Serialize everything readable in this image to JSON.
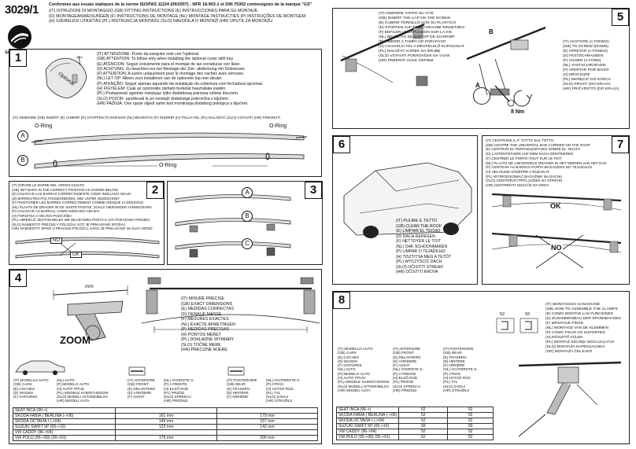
{
  "header": {
    "code": "3029/1",
    "conformity": "Conformes aux essais statiques de la norme ISO/PAS 11154 (09/2007) - NFR 18-903-1 et DIN 75302 contresignés de la marque \"GS\"",
    "lines": [
      "(IT) ISTRUZIONI DI MONTAGGIO (GB) FITTING INSTRUCTIONS (E) INSTRUCCIONES PARA SU MONTAJE",
      "(D) MONTAGEANWEISUNGEN (F) INSTRUCTIONS DE MONTAGE (NL) MONTAGE INSTRUCTIES (P) INSTRUÇÕES DE MONTGEM",
      "(H) SZERELÉSI UTASÍTÁS (PL) INSTRUKCJA MONTAŻU (SLO) NAVODILA O MONTAŽI (HR) UPUTE ZA MONTAŽU"
    ],
    "brand": "Saturno"
  },
  "panel1": {
    "number": "1",
    "optional_label": "Optional",
    "attention": [
      "(IT) ATTENZIONE: Punto da eseguire solo con l'optional.",
      "(GB) ATTENTION: To follow only when installing the optional cover with key.",
      "(E) ATENCION: Seguir únicamente para el montaje de las cerraduras con llave.",
      "(D) ACHTUNG: Zu beachten nur bei Montage der Zier- abdeckung mit Schloesser.",
      "(F) ATTENTION: A suivre uniquement pour le montage des caches avec serrures.",
      "(NL) LET OP: Alleen voor installeren van de optionele top met sleutel.",
      "(P) ATENÇÃO: Seguir apenas aquando da instalação da cobertura com fechadura opcional.",
      "(H) FIGYELEM: Csak az opcionális zárható burkolat használata esetén.",
      "(PL) Postępować zgodnie instalując tylko dodatkową pokrywę ośłonę kluczem.",
      "(SLO) POZOR: upoštevati le pri montaži dodatnega pokrovčka s ključem.",
      "(HR) PAŽNJA: Ove upute slijedi samo kod montiranja dodatnog poklopca s ključem."
    ],
    "insert_line": "(IT) INSERIRE (GB) INSERT (E) CUBRIR (D) STOPFEN (F) ENFILER (NL) BEVESTIG (P) INSERIR (H) TOLJA FEL (PL) NALOŻYĆ (SLO) VSTAVITI (HR) PRIKREITI",
    "label_a": "A",
    "label_b": "B",
    "oring": "O-Ring"
  },
  "panel2": {
    "number": "2",
    "lines": [
      "(IT) GIRARE LE BARRE NEL VERSO GIUSTO",
      "(GB) SET BARS IN THE CORRECT POSITION AS SHOWN BELOW",
      "(E) COLOCAR LAS BARRAS CORRECTAMENTE COMO INDICADO ABAJO",
      "(D) BARREN RICHTIG POSIZIONIEREN, WIE UNTER GEZEICHNET",
      "(F) POSITIONER LES BARRES CORRECTEMENT COMME INDIQUÉ CI-DESSOUS",
      "(NL) PLAATS DE DRAGER IN DE JUISTE POSITIE, ZOALS HIERONDER AANGEGEVEN",
      "(P) COLOCAR AS BARRAS, COMO INDICADO ABAIXO",
      "(H) FORDITSA A HELYES POZÍCIÓBA",
      "(PL) UMIEŚCIĆ ZESTAW BELEK WE WŁAŚCIWEJ POZYCJI JAK POKAZANO PONIŻEJ",
      "(SLO) NAMESTITI PREČKE V POLOŽAJ, KOT JE PRIKAZANO SPODAJ",
      "(HR) NAMJESTITI ŠIPKE U PRAVILNI POLOŽAJ, KAKO JE PRIKAZANO NA SLICI ISPOD"
    ],
    "no_label": "NO",
    "ok_label": "OK"
  },
  "panel3": {
    "number": "3",
    "labels": [
      "A",
      "B",
      "C"
    ]
  },
  "panel4": {
    "number": "4",
    "mm": "mm",
    "zoom": "ZOOM",
    "measure": [
      "(IT) MISURE PRECISE",
      "(GB) EXACT DIMENSIONS",
      "(E) MEDIDAS CORRECTAS",
      "(D) GENAUE MASSE",
      "(F) MESURES EXACTES",
      "(NL) EXACTE AFMETINGEN",
      "(P) MEDIDAS PRECISAS",
      "(H) PONTOS MÉRET",
      "(PL) DOKŁADNE WYMIARY",
      "(SLO) TOČNE MERE",
      "(HR) PRECIZNE MJERE"
    ],
    "legend_model": [
      "(IT) MODELLO AUTO",
      "(GB) CARS",
      "(E) COCHES",
      "(D) WAGEN",
      "(F) VOITURES",
      "(NL) AUTO",
      "(P) MODELO AUTO",
      "(H) AUTÓ TÍPUS",
      "(PL) MODELE SAMOCHODOW",
      "(SLO) MODELI AVTOMOBILOV",
      "(HR) MODELI AUTA"
    ],
    "legend_front": [
      "(IT) ANTERIORE",
      "(GB) FRONT",
      "(E) DELANTERO",
      "(D) VORDERE",
      "(F) AVANT",
      "(NL) VOORSTE G.",
      "(P) A FRENTE",
      "(H) ELSŐ RÚD",
      "(PL) PRZÓD",
      "(SLO) SPREDAJ",
      "(HR) PREDNJI"
    ],
    "legend_rear": [
      "(IT) POSTERIORE",
      "(GB) REAR",
      "(E) TRASERO",
      "(D) HINTERE",
      "(F) ARRIÈRE",
      "(NL) ACHTERSTE G.",
      "(P) ATRÁS",
      "(H) HÁTSÓ RÚD",
      "(PL) TYŁ",
      "(SLO) ZADAJ",
      "(HR) STRAŽNJI"
    ],
    "rows": [
      {
        "model": "SEAT INCA (96->)",
        "front": "",
        "rear": ""
      },
      {
        "model": "SKODA FABIA ( BERLINA (->06)",
        "front": "161 mm",
        "rear": "179 mm"
      },
      {
        "model": "SKODA OCTAVIA I (->04)",
        "front": "149 mm",
        "rear": "157 mm"
      },
      {
        "model": "SUZUKI SWIFT 5P (05->10)",
        "front": "123 mm",
        "rear": "142 mm"
      },
      {
        "model": "VW CADDY (96->04)",
        "front": "",
        "rear": ""
      },
      {
        "model": "VW POLO (95->99) (00->01)",
        "front": "179 mm",
        "rear": "200 mm"
      }
    ]
  },
  "panel5": {
    "number": "5",
    "insert": [
      "(IT) INSERIRE TAPPO SU VITE",
      "(GB) INSERT THE CAP ON THE SCREW",
      "(E) CUBRIR TORNILLO CON SU PLASTICO",
      "(D) STOPFEN AUF DIE SCHRAUBE EINSETZEN",
      "(F) ENFILER LE CAPUCHON SUR LA VIS",
      "(NL) BEVESTIG DE DOP OP DE SCHROEF",
      "(P) INSERIR  A TAMPA NO PARAFUSO",
      "(H) CSAVARJA FEL A MÉGFELELŐ KUPAKOKAT",
      "(PL) NAŁOŻYĆ KOREK NA ŚRUBĘ",
      "(SLO) VSTAVITI POKROVČEK NA VIJAK",
      "(HR) PREKRITI VIJAK ČEPNIM"
    ],
    "tighten": [
      "(IT) AVVITARE (A FONDO)",
      "(GB) TO SCREW (DOWN)",
      "(E) APRETAR (A FONDO)",
      "(D) FESTSCHRAUBEN",
      "(F) VISSER (A FOND)",
      "(NL) VASTSCHROEVEN",
      "(P) APERTAR POR BAIXO",
      "(H) MEGHÚZNI",
      "(PL) WKRĘCIĆ DO KOŃCA",
      "(SLO) PRIVITI (DO KRAJA)",
      "(HR) PRIČVRSTITI (DO KRAJA)"
    ],
    "label_a": "A",
    "label_b": "B",
    "torque": "8 Nm"
  },
  "panel6": {
    "number": "6",
    "lines": [
      "(IT) PULIRE IL TETTO",
      "(GB) CLEAN THE ROOF",
      "(E) LIMPIAR EL TECHO",
      "(D) DACH REINIGEN",
      "(F) NETTOYER LE TOIT",
      "(NL) OAK SCHOONMAKEN",
      "(P) LIMPAR O TEJADILHO",
      "(H) TISZTITSA MEG A TETŐT",
      "(PL) WYCZYŚCIĆ DACH",
      "(SLO) OČISTITI STREHO",
      "(HR) OČISTITI KROVA"
    ]
  },
  "panel7": {
    "number": "7",
    "lines": [
      "(IT) CENTRARE IL P. TUTTO SUL TETTO",
      "(GB) CENTRE THE UNIVERSAL BAR CARRIER ON THE ROOF",
      "(E) CENTRAR EL PORTAEQUIPAJES SOBRE EL TECHO",
      "(D) LASTENTRÄGER AUF DEM DACH ZENTRIEREN",
      "(F) CENTRER LE PORTE-TOUT SUR LE TOIT",
      "(NL) PLAATS DE UNIVERSELE DRAGER IN HET MIDDEN VAN HET DAK",
      "(P) CENTRAR AS BARRAS PORTA BAGAGENS NO TEJADILHO",
      "(H) HELYEZZE KÖZÉPRE A RUDAKAT",
      "(PL) WYŚRODKOWAĆ BAGAŻNIK NA DACHU",
      "(SLO) CENTRIRATI PRTLJAŽNIK NA STREHO",
      "(HR) CENTRIRATI NOSAČE NA KROV"
    ],
    "ok_label": "OK",
    "no_label": "NO"
  },
  "panel8": {
    "number": "8",
    "clamp": [
      "(IT) MONTAGGIO GANASCINE",
      "(GB) HOW TO ASSEMBLE THE CLAMPS",
      "(E) COMO MONTAR LAS FUNCIONES",
      "(D) ZUSAMMENBAU DER SPANNBACKEN",
      "(F) MONTAGE PINCE",
      "(NL) MONTAGE VAN DE KLEMMEN",
      "(P) COMO FIXAR OS SUPORTES",
      "(H) RÖGZÍTŐ FÜLEK",
      "(PL) MONTAŻ SZCZĘK MOCUJĄCYCH",
      "(SLO) MONTAŽA NAPENJALNIKA",
      "(HR) MONTAŽA ČELJUSTI"
    ],
    "codes": [
      "52",
      "93"
    ],
    "legend_model": [
      "(IT) MODELLO AUTO",
      "(GB) CARS",
      "(E) COCHES",
      "(D) WAGEN",
      "(F) VOITURES",
      "(NL) AUTO",
      "(P) MODELO AUTO",
      "(H) AUTÓ TÍPUS",
      "(PL) MODELE SAMOCHODOW",
      "(SLO) MODELI AVTOMOBILOV",
      "(HR) MODELI AUTA"
    ],
    "legend_front": [
      "(IT) ANTERIORE",
      "(GB) FRONT",
      "(E) DELANTERO",
      "(D) VORDERE",
      "(F) AVANT",
      "(NL) VOORSTE G.",
      "(P) A FRENTE",
      "(H) ELSŐ RÚD",
      "(PL) PRZÓD",
      "(SLO) SPREDAJ",
      "(HR) PREDNJI"
    ],
    "legend_rear": [
      "(IT) POSTERIORE",
      "(GB) REAR",
      "(E) TRASERO",
      "(D) HINTERE",
      "(F) ARRIÈRE",
      "(NL) ACHTERSTE G.",
      "(P) ATRÁS",
      "(H) HÁTSÓ RÚD",
      "(PL) TYŁ",
      "(SLO) ZADAJ",
      "(HR) STRAŽNJI"
    ],
    "rows": [
      {
        "model": "SEAT INCA (96->)",
        "front": "52",
        "rear": "52"
      },
      {
        "model": "SKODA FABIA ( BERLINA (->06)",
        "front": "52",
        "rear": "52"
      },
      {
        "model": "SKODA OCTAVIA I (->04)",
        "front": "52",
        "rear": "52"
      },
      {
        "model": "SUZUKI SWIFT 5P (05->10)",
        "front": "93",
        "rear": "93"
      },
      {
        "model": "VW CADDY (96->04)",
        "front": "52",
        "rear": "52"
      },
      {
        "model": "VW POLO (95->99) (00->01)",
        "front": "52",
        "rear": "52"
      }
    ]
  }
}
